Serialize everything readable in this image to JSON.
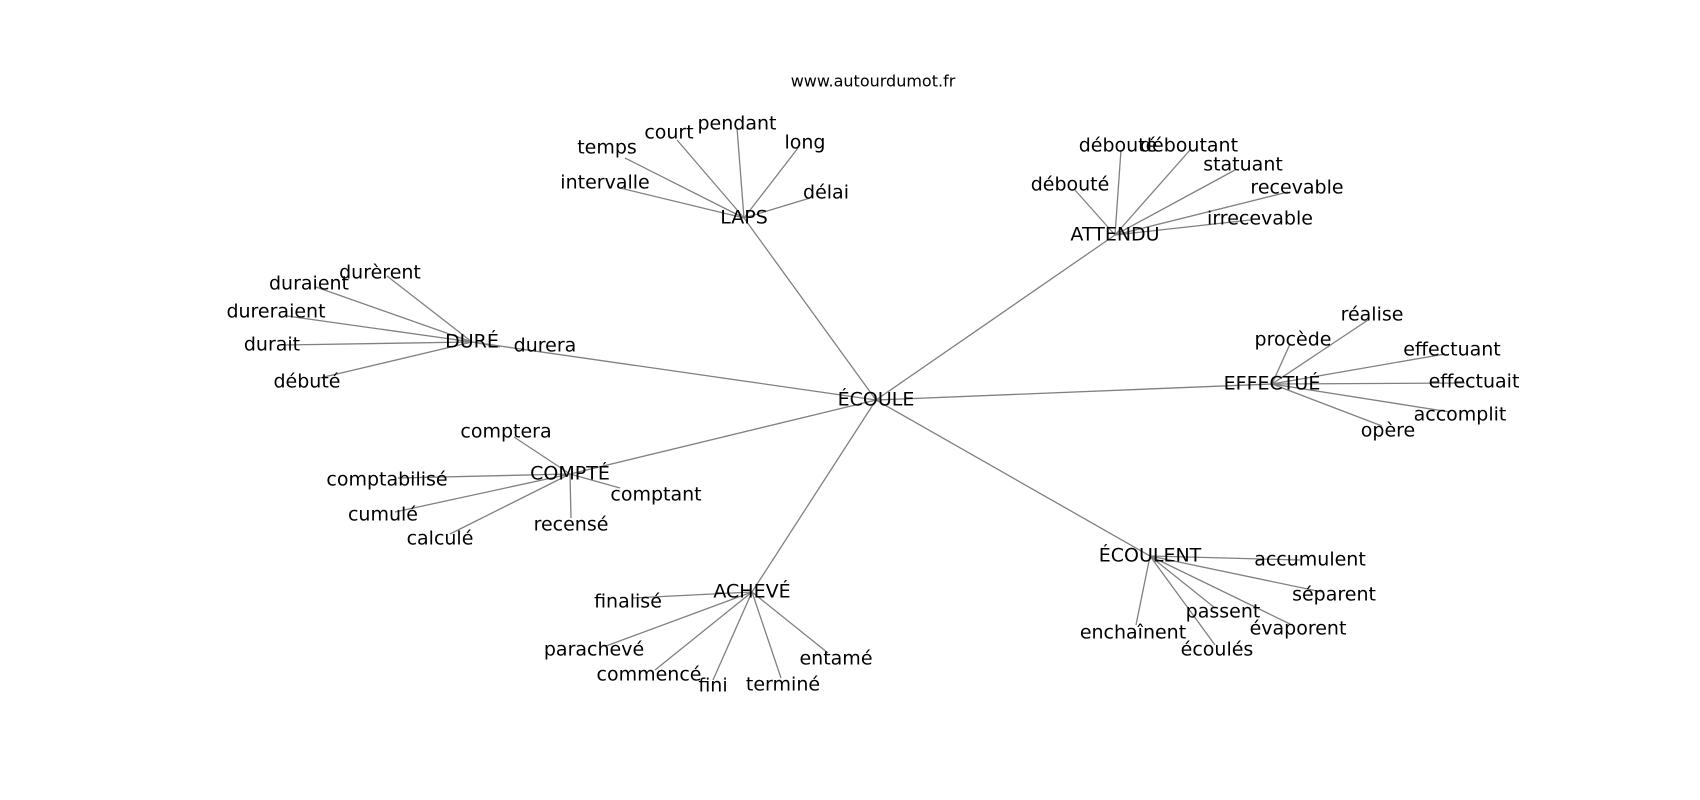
{
  "source": "www.autourdumot.fr",
  "colors": {
    "edge": "#808080",
    "text": "#000000",
    "background": "#ffffff"
  },
  "root": "ÉCOULE",
  "clusters": [
    {
      "hub": "LAPS",
      "words": [
        "temps",
        "court",
        "pendant",
        "long",
        "intervalle",
        "délai"
      ]
    },
    {
      "hub": "ATTENDU",
      "words": [
        "débouté",
        "déboutant",
        "statuant",
        "débouté",
        "recevable",
        "irrecevable"
      ]
    },
    {
      "hub": "DURÉ",
      "words": [
        "durèrent",
        "duraient",
        "dureraient",
        "durait",
        "débuté",
        "durera"
      ]
    },
    {
      "hub": "EFFECTUÉ",
      "words": [
        "réalise",
        "procède",
        "effectuant",
        "effectuait",
        "accomplit",
        "opère"
      ]
    },
    {
      "hub": "COMPTÉ",
      "words": [
        "comptera",
        "comptabilisé",
        "cumulé",
        "calculé",
        "comptant",
        "recensé"
      ]
    },
    {
      "hub": "ACHEVÉ",
      "words": [
        "finalisé",
        "parachevé",
        "commencé",
        "fini",
        "terminé",
        "entamé"
      ]
    },
    {
      "hub": "ÉCOULENT",
      "words": [
        "accumulent",
        "séparent",
        "passent",
        "évaporent",
        "enchaînent",
        "écoulés"
      ]
    }
  ]
}
